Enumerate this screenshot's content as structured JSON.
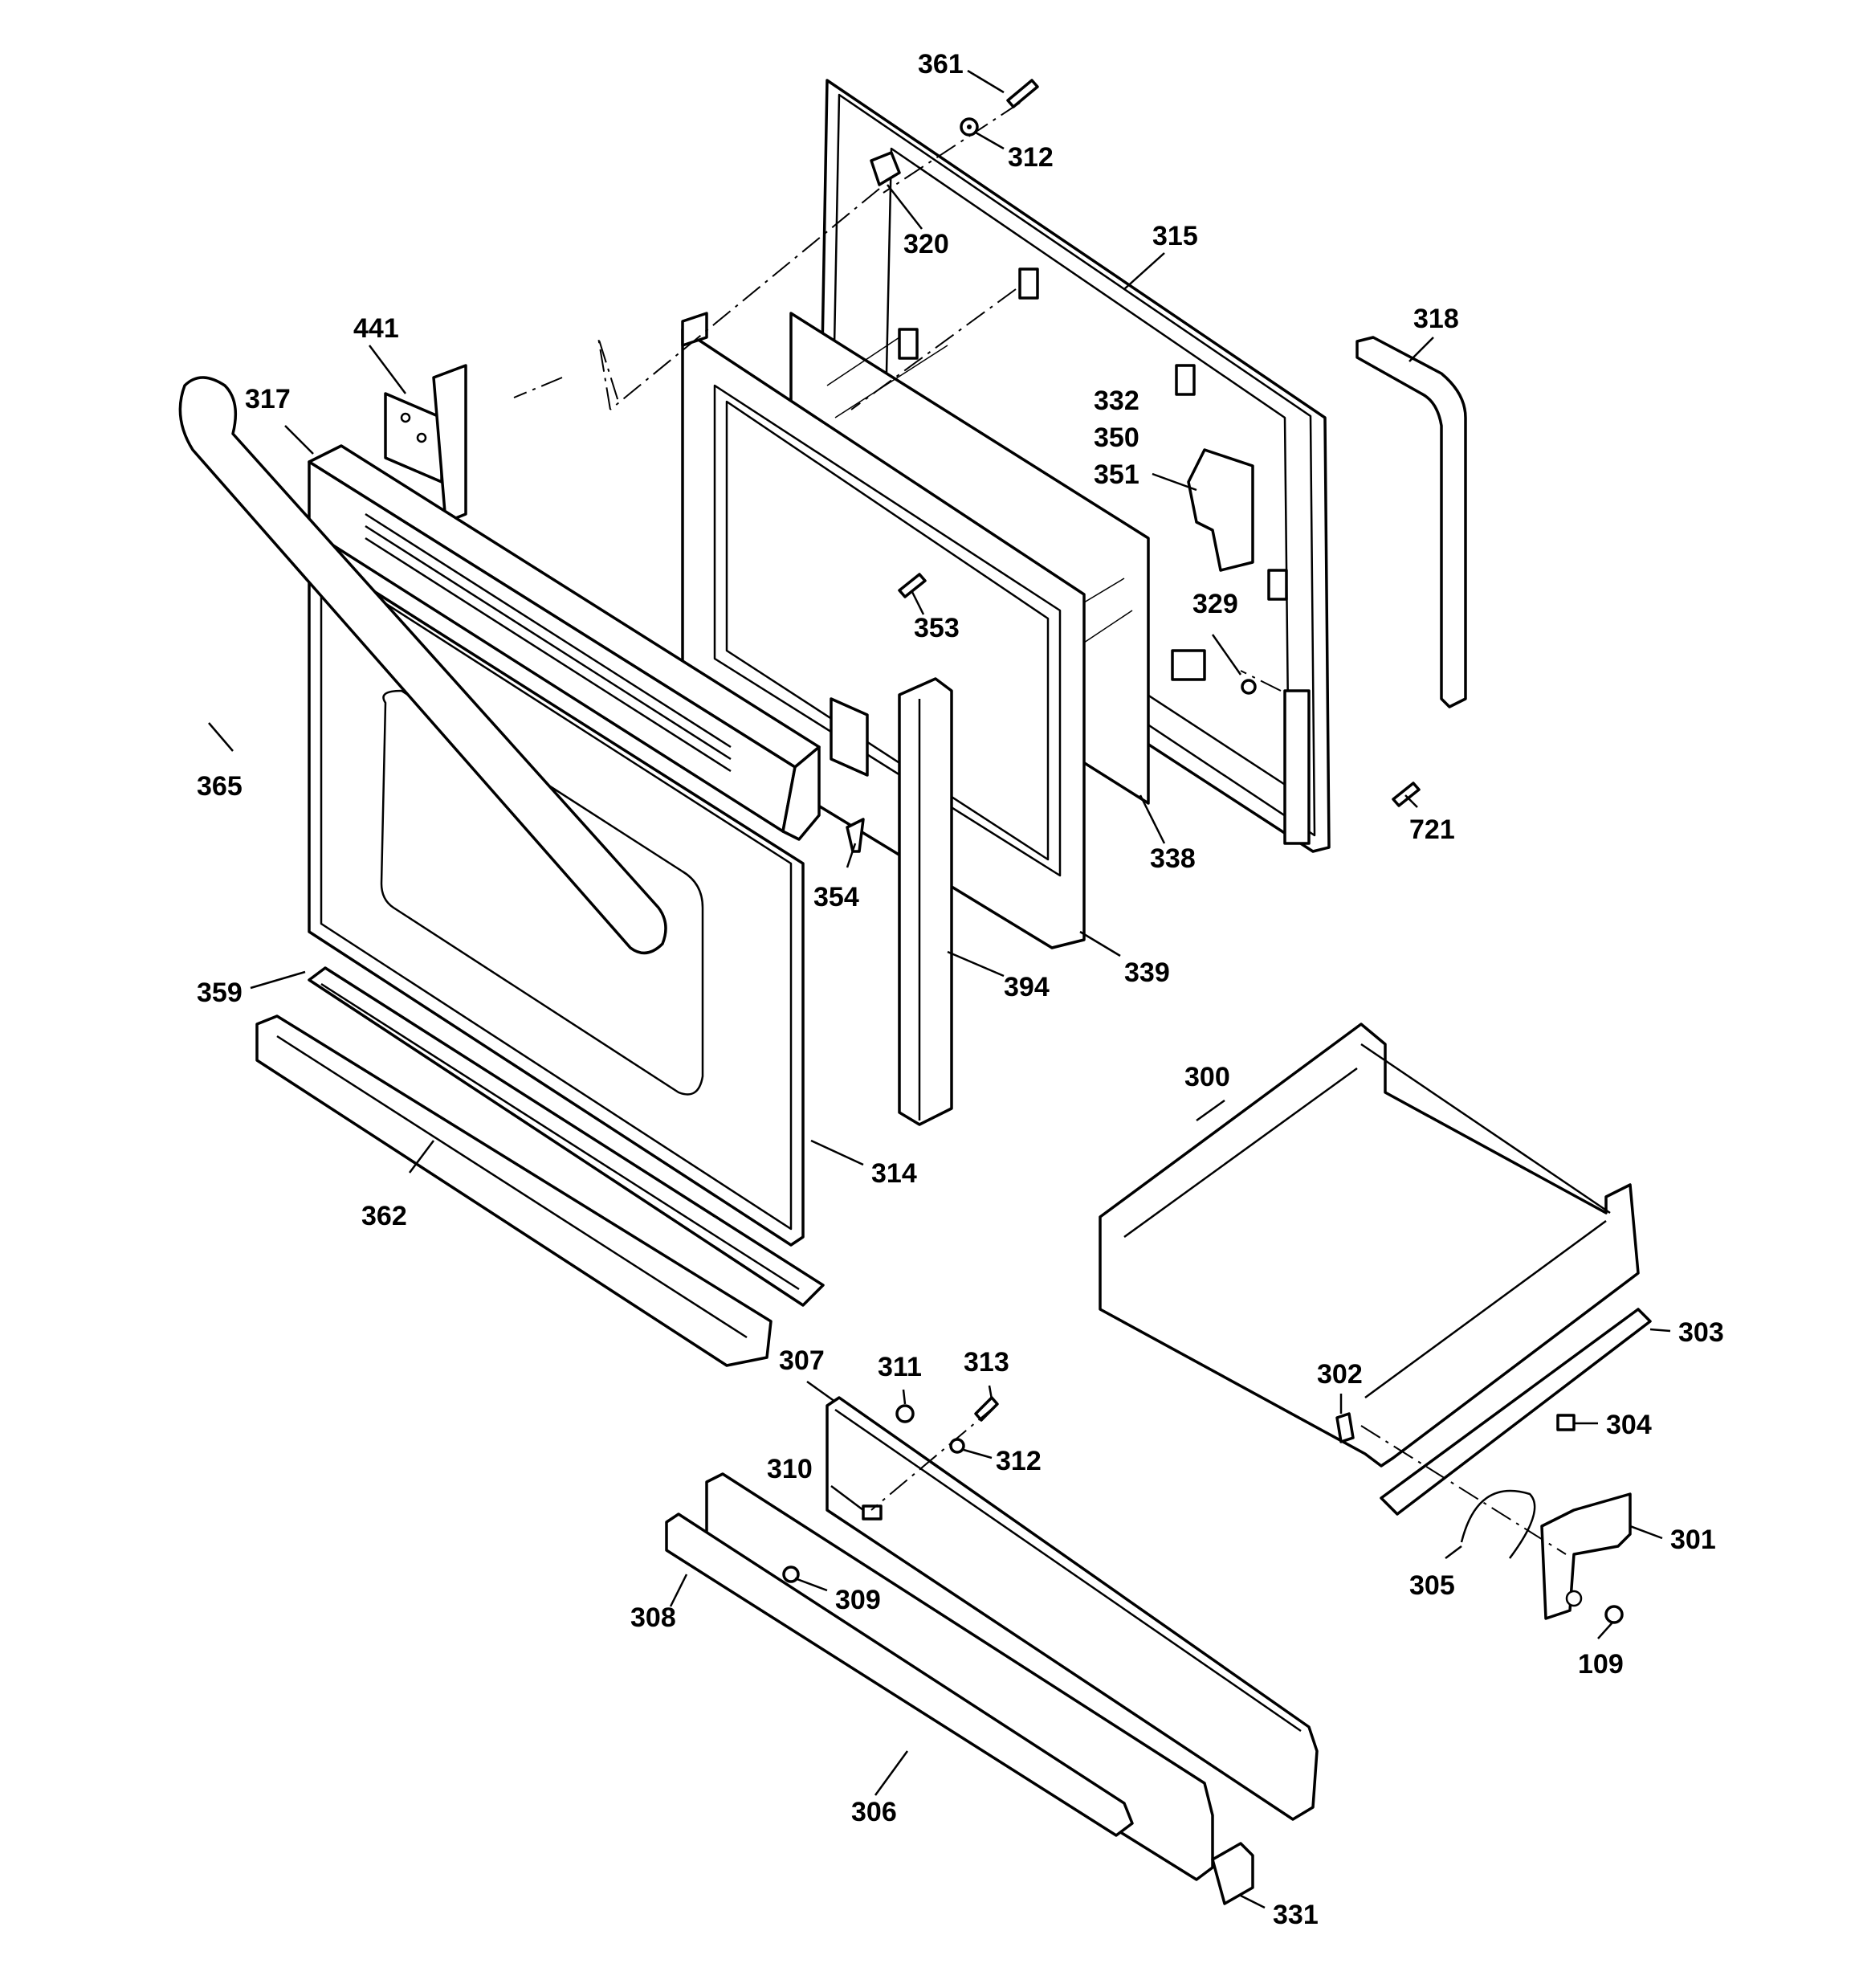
{
  "diagram": {
    "labels": [
      "361",
      "312",
      "320",
      "315",
      "318",
      "441",
      "317",
      "332",
      "350",
      "351",
      "353",
      "329",
      "365",
      "721",
      "338",
      "354",
      "339",
      "394",
      "359",
      "300",
      "314",
      "362",
      "303",
      "302",
      "307",
      "311",
      "313",
      "304",
      "312",
      "310",
      "301",
      "305",
      "309",
      "308",
      "109",
      "306",
      "331"
    ]
  }
}
